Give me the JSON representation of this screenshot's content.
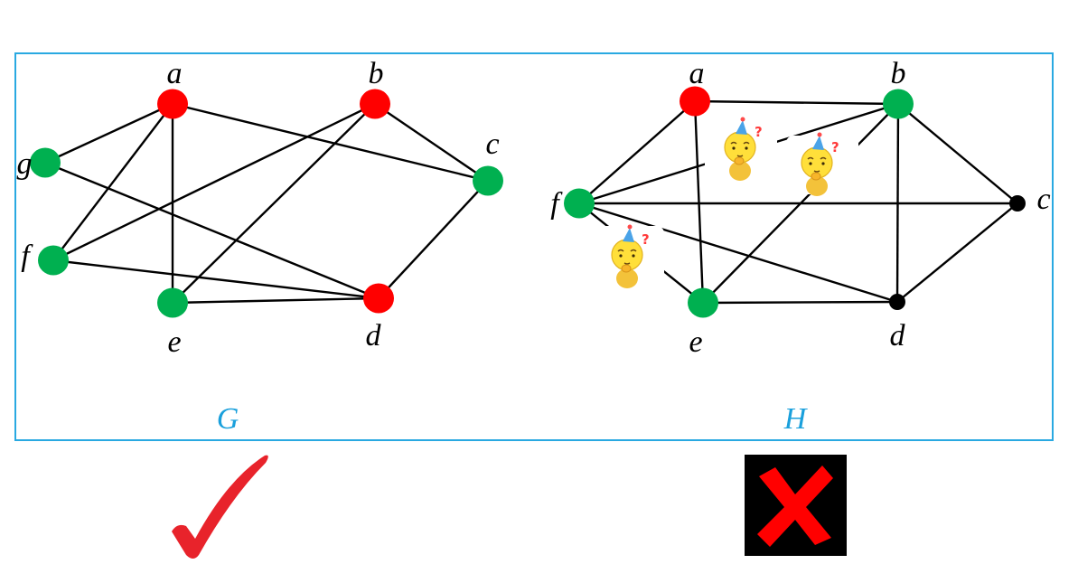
{
  "colors": {
    "frame": "#29a9e1",
    "red": "#ff0000",
    "green": "#00b050",
    "black": "#000000",
    "graph_label": "#1aa0dc",
    "check": "#e8232b",
    "cross_bg": "#000000",
    "cross": "#ff0000"
  },
  "graphs": [
    {
      "label": "G",
      "vertices": [
        {
          "id": "a",
          "label": "a",
          "color": "red"
        },
        {
          "id": "b",
          "label": "b",
          "color": "red"
        },
        {
          "id": "c",
          "label": "c",
          "color": "green"
        },
        {
          "id": "d",
          "label": "d",
          "color": "red"
        },
        {
          "id": "e",
          "label": "e",
          "color": "green"
        },
        {
          "id": "f",
          "label": "f",
          "color": "green"
        },
        {
          "id": "g",
          "label": "g",
          "color": "green"
        }
      ],
      "edges": [
        [
          "a",
          "g"
        ],
        [
          "a",
          "f"
        ],
        [
          "a",
          "e"
        ],
        [
          "a",
          "c"
        ],
        [
          "b",
          "c"
        ],
        [
          "b",
          "f"
        ],
        [
          "b",
          "e"
        ],
        [
          "g",
          "d"
        ],
        [
          "f",
          "d"
        ],
        [
          "e",
          "d"
        ],
        [
          "c",
          "d"
        ]
      ],
      "verdict": "check"
    },
    {
      "label": "H",
      "vertices": [
        {
          "id": "a",
          "label": "a",
          "color": "red"
        },
        {
          "id": "b",
          "label": "b",
          "color": "green"
        },
        {
          "id": "c",
          "label": "c",
          "color": "black"
        },
        {
          "id": "d",
          "label": "d",
          "color": "black"
        },
        {
          "id": "e",
          "label": "e",
          "color": "green"
        },
        {
          "id": "f",
          "label": "f",
          "color": "green"
        }
      ],
      "edges": [
        [
          "a",
          "b"
        ],
        [
          "a",
          "f"
        ],
        [
          "a",
          "e"
        ],
        [
          "b",
          "f"
        ],
        [
          "b",
          "e"
        ],
        [
          "b",
          "c"
        ],
        [
          "b",
          "d"
        ],
        [
          "f",
          "c"
        ],
        [
          "f",
          "d"
        ],
        [
          "f",
          "e"
        ],
        [
          "e",
          "d"
        ],
        [
          "d",
          "c"
        ]
      ],
      "confused_emoji_count": 3,
      "verdict": "cross"
    }
  ]
}
